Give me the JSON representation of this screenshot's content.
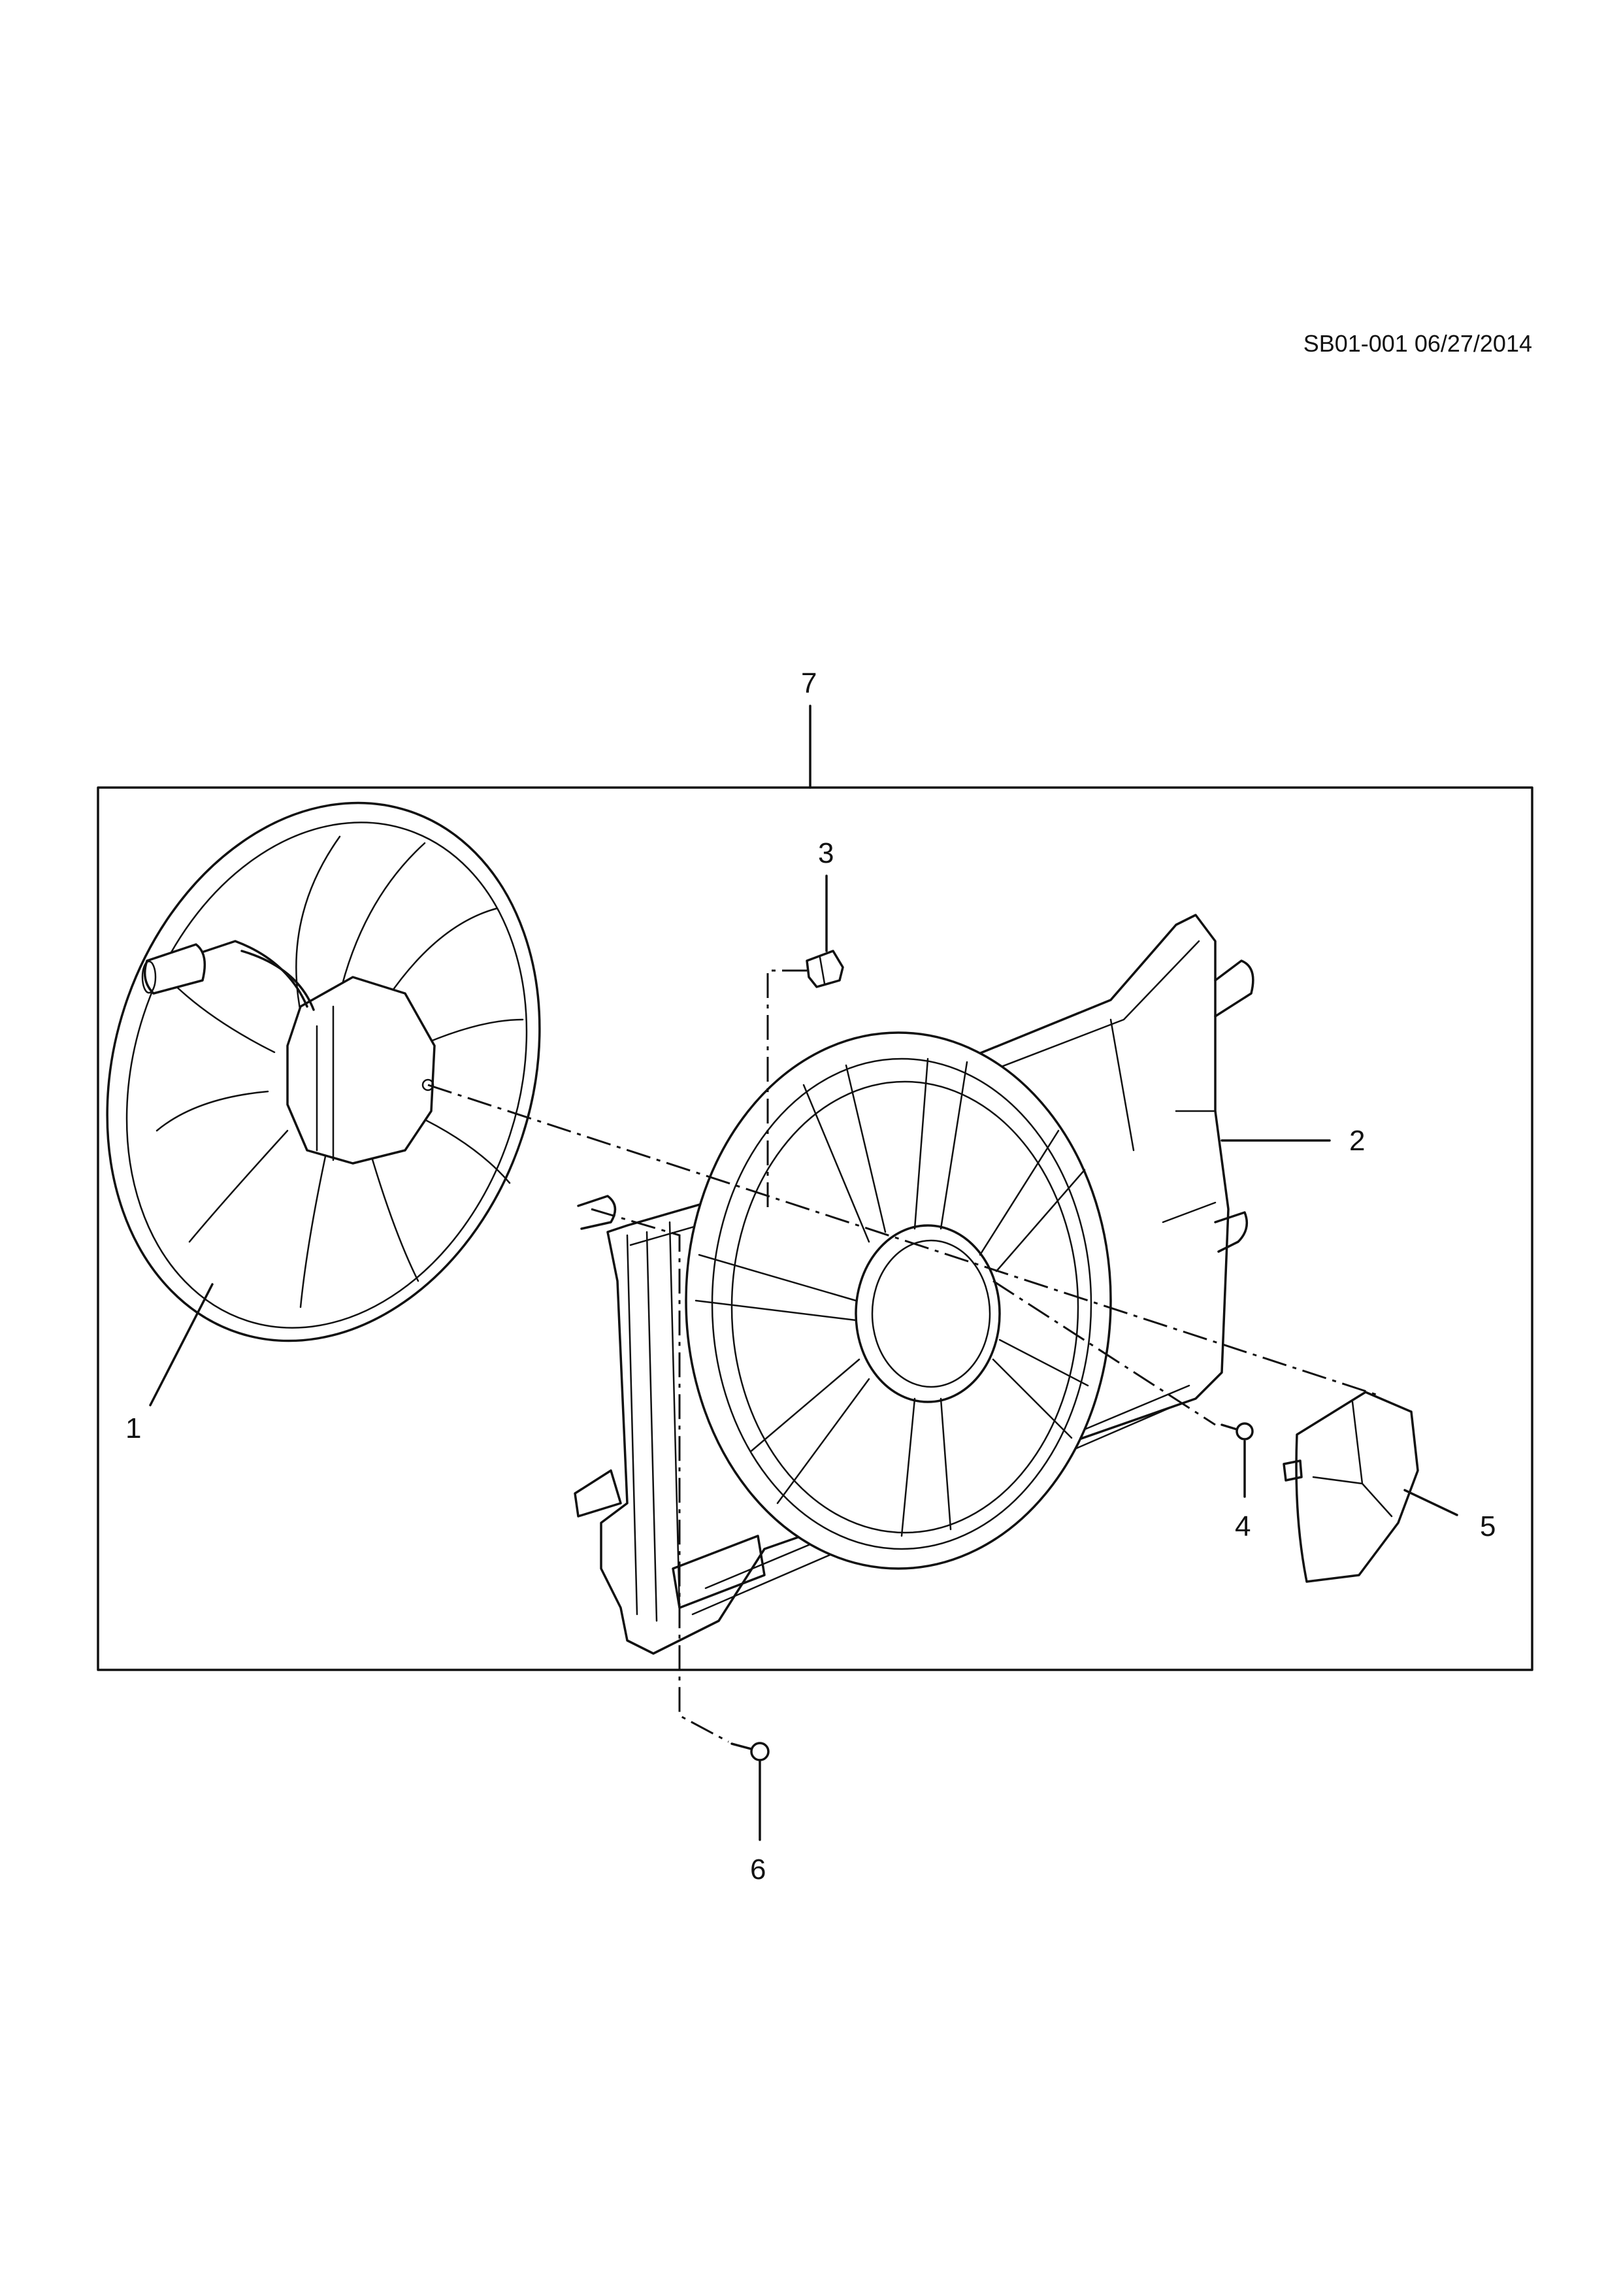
{
  "header": {
    "doc_id": "SB01-001 06/27/2014"
  },
  "callouts": {
    "c1": "1",
    "c2": "2",
    "c3": "3",
    "c4": "4",
    "c5": "5",
    "c6": "6",
    "c7": "7"
  },
  "colors": {
    "line": "#111111",
    "background": "#ffffff"
  }
}
